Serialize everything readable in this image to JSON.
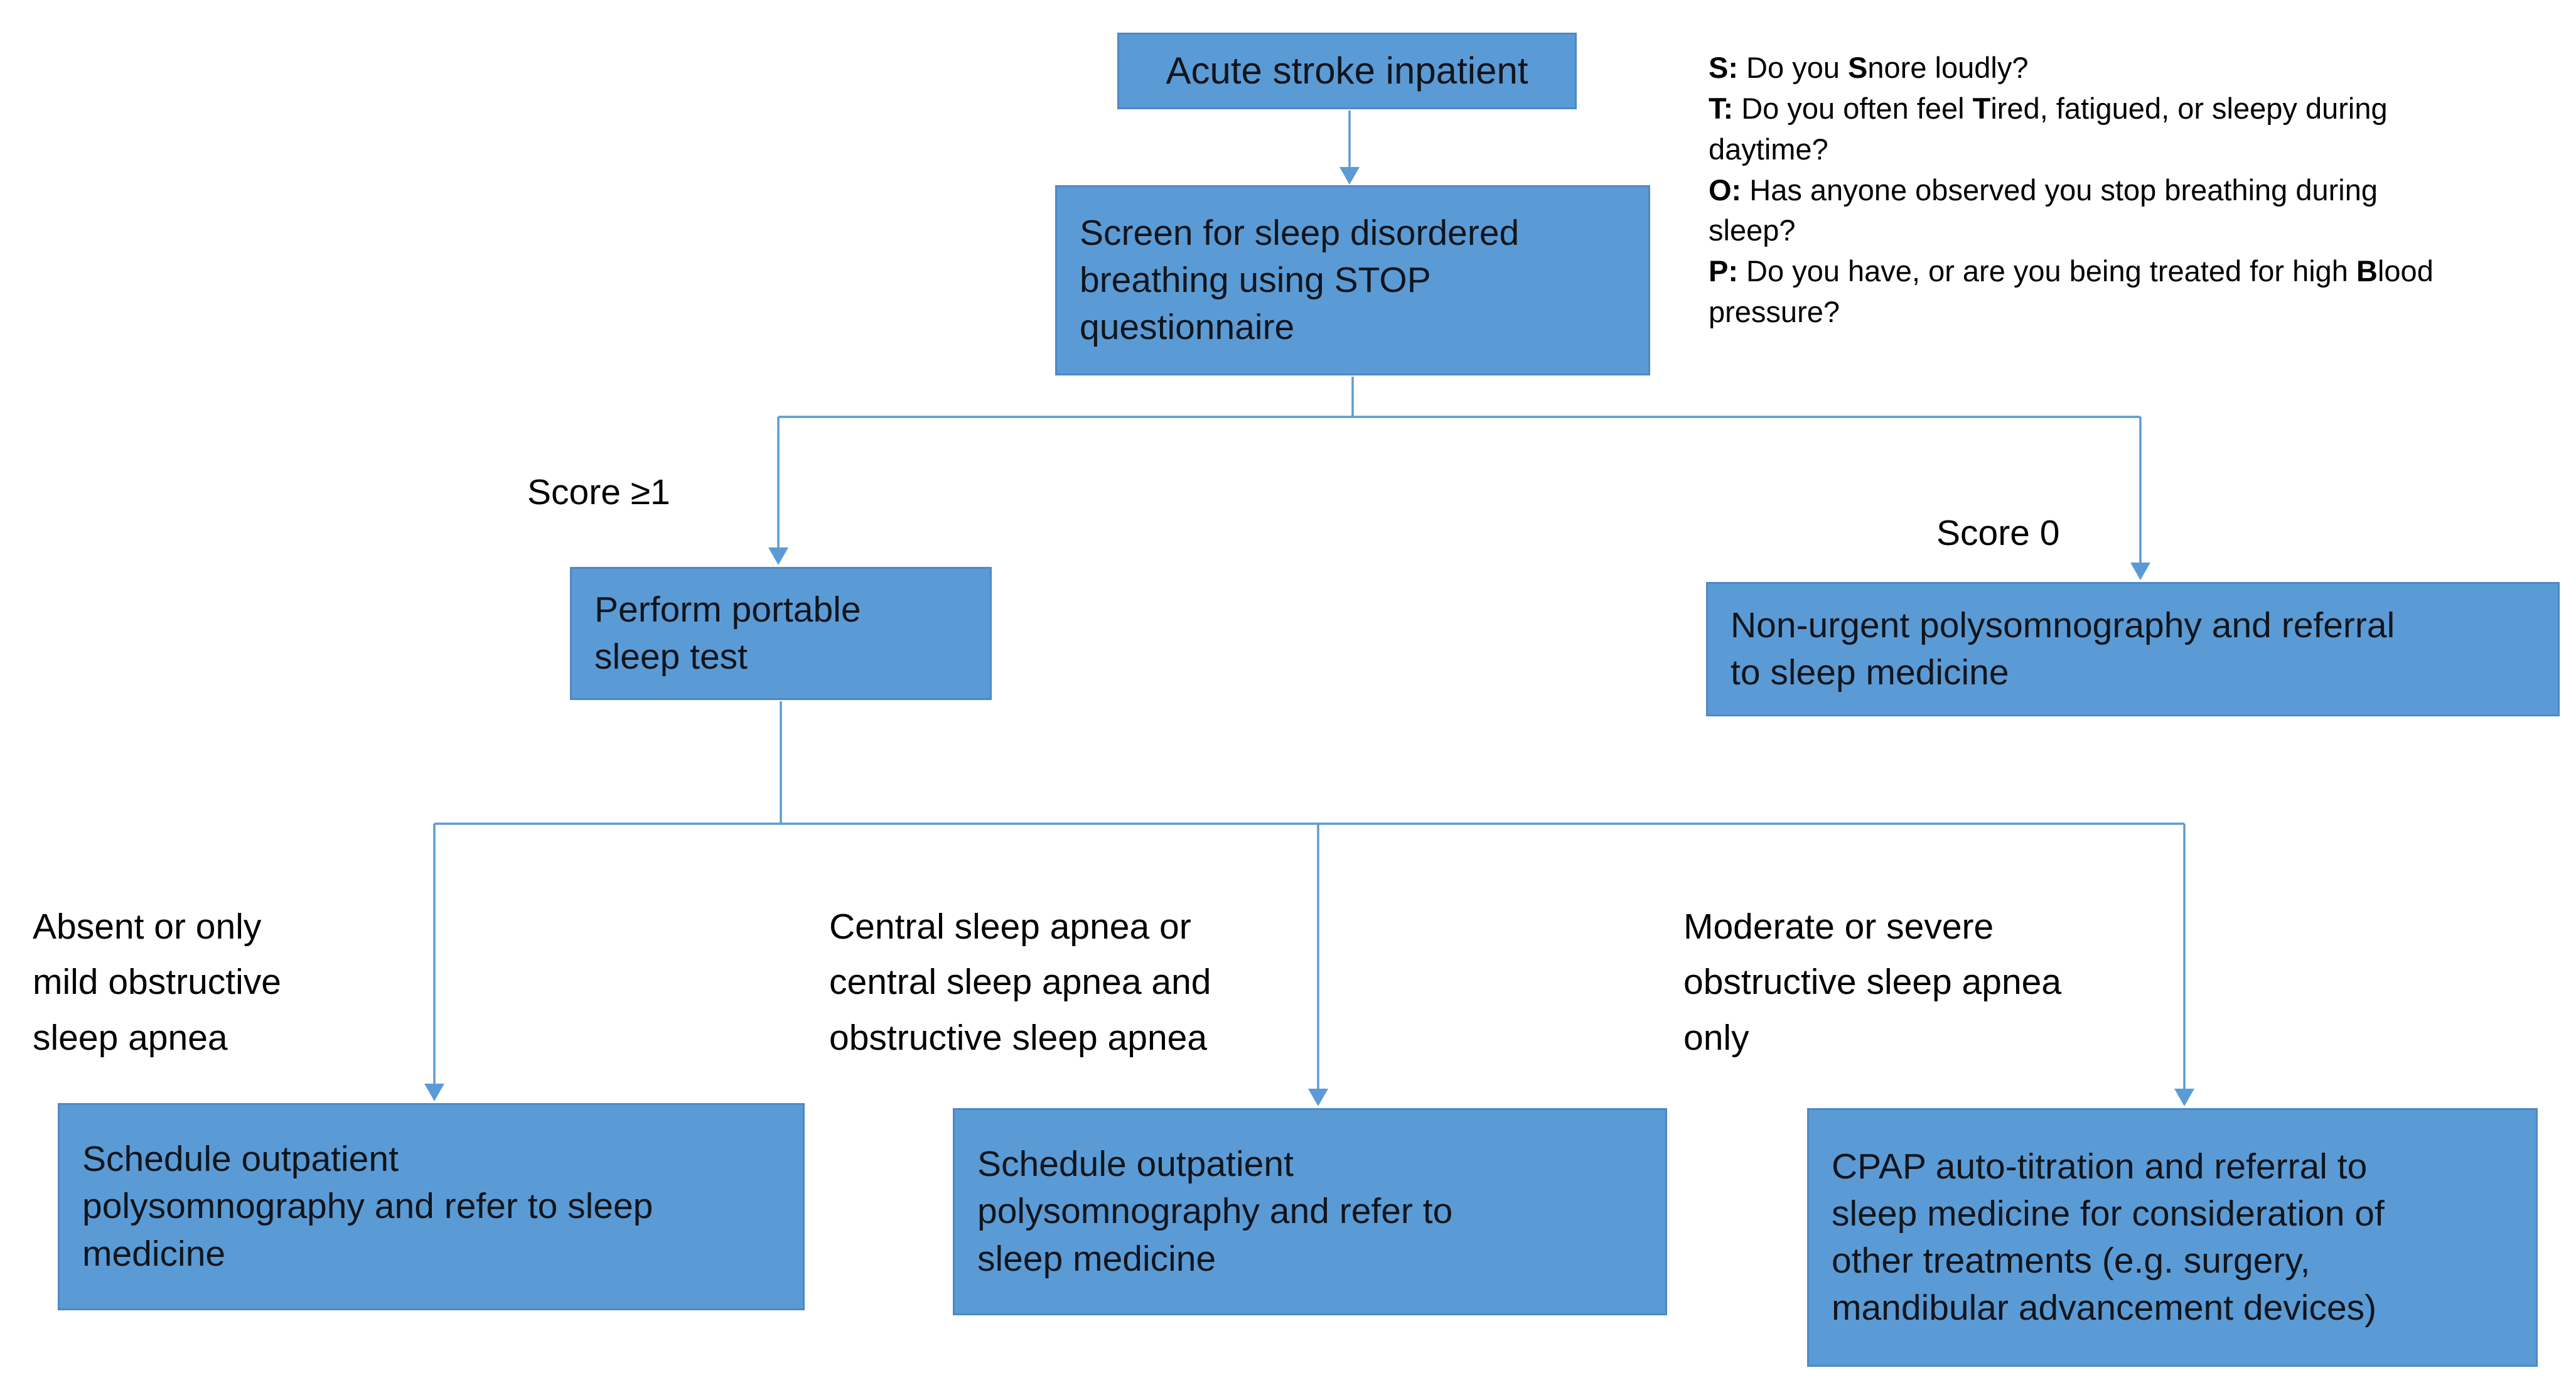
{
  "flowchart": {
    "nodes": {
      "acute": {
        "label": "Acute stroke inpatient"
      },
      "screen": {
        "label": "Screen for sleep disordered\nbreathing using STOP\nquestionnaire"
      },
      "perform": {
        "label": "Perform portable\nsleep test"
      },
      "nonurgent": {
        "label": "Non-urgent polysomnography and referral\nto sleep medicine"
      },
      "schedule_left": {
        "label": "Schedule outpatient\npolysomnography and refer to sleep\nmedicine"
      },
      "schedule_mid": {
        "label": "Schedule outpatient\npolysomnography and refer to\nsleep medicine"
      },
      "cpap": {
        "label": "CPAP auto-titration and referral to\nsleep medicine for consideration of\nother treatments (e.g. surgery,\nmandibular advancement devices)"
      }
    },
    "branch_labels": {
      "score_ge1": "Score ≥1",
      "score_0": "Score 0",
      "absent": "Absent or only\nmild obstructive\nsleep apnea",
      "central": "Central sleep apnea or\ncentral sleep apnea and\nobstructive sleep apnea",
      "moderate": "Moderate or severe\nobstructive sleep apnea\nonly"
    },
    "colors": {
      "node_fill": "#5b9bd5",
      "node_border": "#4d88c4",
      "connector": "#5b9bd5",
      "node_text": "#10151c",
      "label_text": "#000000",
      "background": "#ffffff"
    }
  },
  "stop_questionnaire": {
    "questions": [
      [
        {
          "t": "S:",
          "b": true
        },
        {
          "t": " Do you ",
          "b": false
        },
        {
          "t": "S",
          "b": true
        },
        {
          "t": "nore loudly?",
          "b": false
        }
      ],
      [
        {
          "t": "T:",
          "b": true
        },
        {
          "t": " Do you often feel ",
          "b": false
        },
        {
          "t": "T",
          "b": true
        },
        {
          "t": "ired, fatigued, or sleepy during\ndaytime?",
          "b": false
        }
      ],
      [
        {
          "t": "O:",
          "b": true
        },
        {
          "t": " Has anyone observed you stop breathing during\nsleep?",
          "b": false
        }
      ],
      [
        {
          "t": "P:",
          "b": true
        },
        {
          "t": " Do you have, or are you being treated for high ",
          "b": false
        },
        {
          "t": "B",
          "b": true
        },
        {
          "t": "lood\npressure?",
          "b": false
        }
      ]
    ]
  }
}
